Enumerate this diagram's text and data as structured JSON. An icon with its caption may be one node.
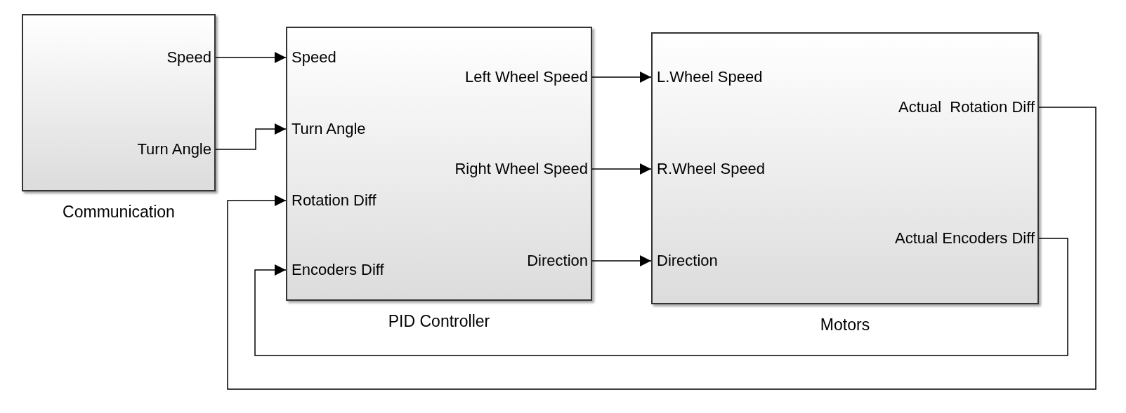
{
  "diagram": {
    "nodes": [
      {
        "text": [
          "Communication"
        ]
      },
      {
        "text": [
          "Speed"
        ],
        "in": 0
      },
      {
        "text": [
          "Turn Angle"
        ],
        "in": 0
      },
      {
        "text": [
          "PID Controller"
        ]
      },
      {
        "text": [
          "Speed"
        ],
        "in": 3
      },
      {
        "text": [
          "Turn Angle"
        ],
        "in": 3
      },
      {
        "text": [
          "Rotation Diff"
        ],
        "in": 3
      },
      {
        "text": [
          "Encoders Diff"
        ],
        "in": 3
      },
      {
        "text": [
          "Left Wheel Speed"
        ],
        "in": 3
      },
      {
        "text": [
          "Right Wheel Speed"
        ],
        "in": 3
      },
      {
        "text": [
          "Direction"
        ],
        "in": 3
      },
      {
        "text": [
          "Motors"
        ]
      },
      {
        "text": [
          "L.Wheel Speed"
        ],
        "in": 11
      },
      {
        "text": [
          "R.Wheel Speed"
        ],
        "in": 11
      },
      {
        "text": [
          "Direction"
        ],
        "in": 11
      },
      {
        "text": [
          "Actual  Rotation Diff"
        ],
        "in": 11
      },
      {
        "text": [
          "Actual Encoders Diff"
        ],
        "in": 11
      }
    ],
    "edges": [
      {
        "from": 1,
        "to": 4,
        "arrow": "to"
      },
      {
        "from": 2,
        "to": 5,
        "arrow": "to"
      },
      {
        "from": 8,
        "to": 12,
        "arrow": "to"
      },
      {
        "from": 9,
        "to": 13,
        "arrow": "to"
      },
      {
        "from": 10,
        "to": 14,
        "arrow": "to"
      },
      {
        "from": 15,
        "to": 6,
        "arrow": "to"
      },
      {
        "from": 16,
        "to": 7,
        "arrow": "to"
      }
    ]
  }
}
